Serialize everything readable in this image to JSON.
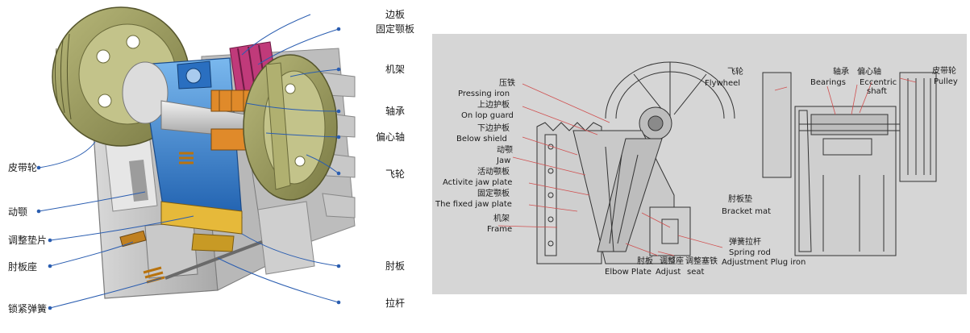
{
  "left_labels": {
    "pulley": "皮带轮",
    "moving_jaw": "动颚",
    "adjust_shim": "调整垫片",
    "toggle_seat": "肘板座",
    "lock_spring": "锁紧弹簧"
  },
  "right_labels": {
    "side_plate": "边板",
    "fixed_jaw_plate": "固定颚板",
    "frame": "机架",
    "bearing": "轴承",
    "eccentric_shaft": "偏心轴",
    "flywheel": "飞轮",
    "toggle_plate": "肘板",
    "tension_rod": "拉杆"
  },
  "drawing_labels": {
    "pressing_iron_cn": "压铁",
    "pressing_iron_en": "Pressing iron",
    "top_guard_cn": "上边护板",
    "top_guard_en": "On lop guard",
    "below_shield_cn": "下边护板",
    "below_shield_en": "Below shield",
    "jaw_cn": "动颚",
    "jaw_en": "Jaw",
    "active_jaw_cn": "活动颚板",
    "active_jaw_en": "Activite jaw plate",
    "fixed_jaw_cn": "固定颚板",
    "fixed_jaw_en": "The fixed jaw plate",
    "frame_cn": "机架",
    "frame_en": "Frame",
    "flywheel_cn": "飞轮",
    "flywheel_en": "Flywheel",
    "bearings_cn": "轴承",
    "bearings_en": "Bearings",
    "eccentric_cn": "偏心轴",
    "eccentric_en1": "Eccentric",
    "eccentric_en2": "shaft",
    "pulley_cn": "皮带轮",
    "pulley_en": "Pulley",
    "bracket_cn": "肘板垫",
    "bracket_en": "Bracket mat",
    "spring_rod_cn": "弹簧拉杆",
    "spring_rod_en": "Spring rod",
    "adjust_plug_en": "Adjustment Plug iron",
    "elbow_cn": "肘板",
    "elbow_en": "Elbow Plate",
    "adjust_seat_cn": "调整座",
    "adjust_seat_en": "Adjust",
    "plug_iron_cn": "调整塞铁",
    "seat_en": "seat"
  },
  "colors": {
    "leader_blue": "#2a5db0",
    "leader_red": "#d05050",
    "panel_gray": "#d6d6d6",
    "olive": "#9a9a60",
    "machine_blue": "#3a86d0",
    "steel_gray": "#c4c4c4"
  }
}
